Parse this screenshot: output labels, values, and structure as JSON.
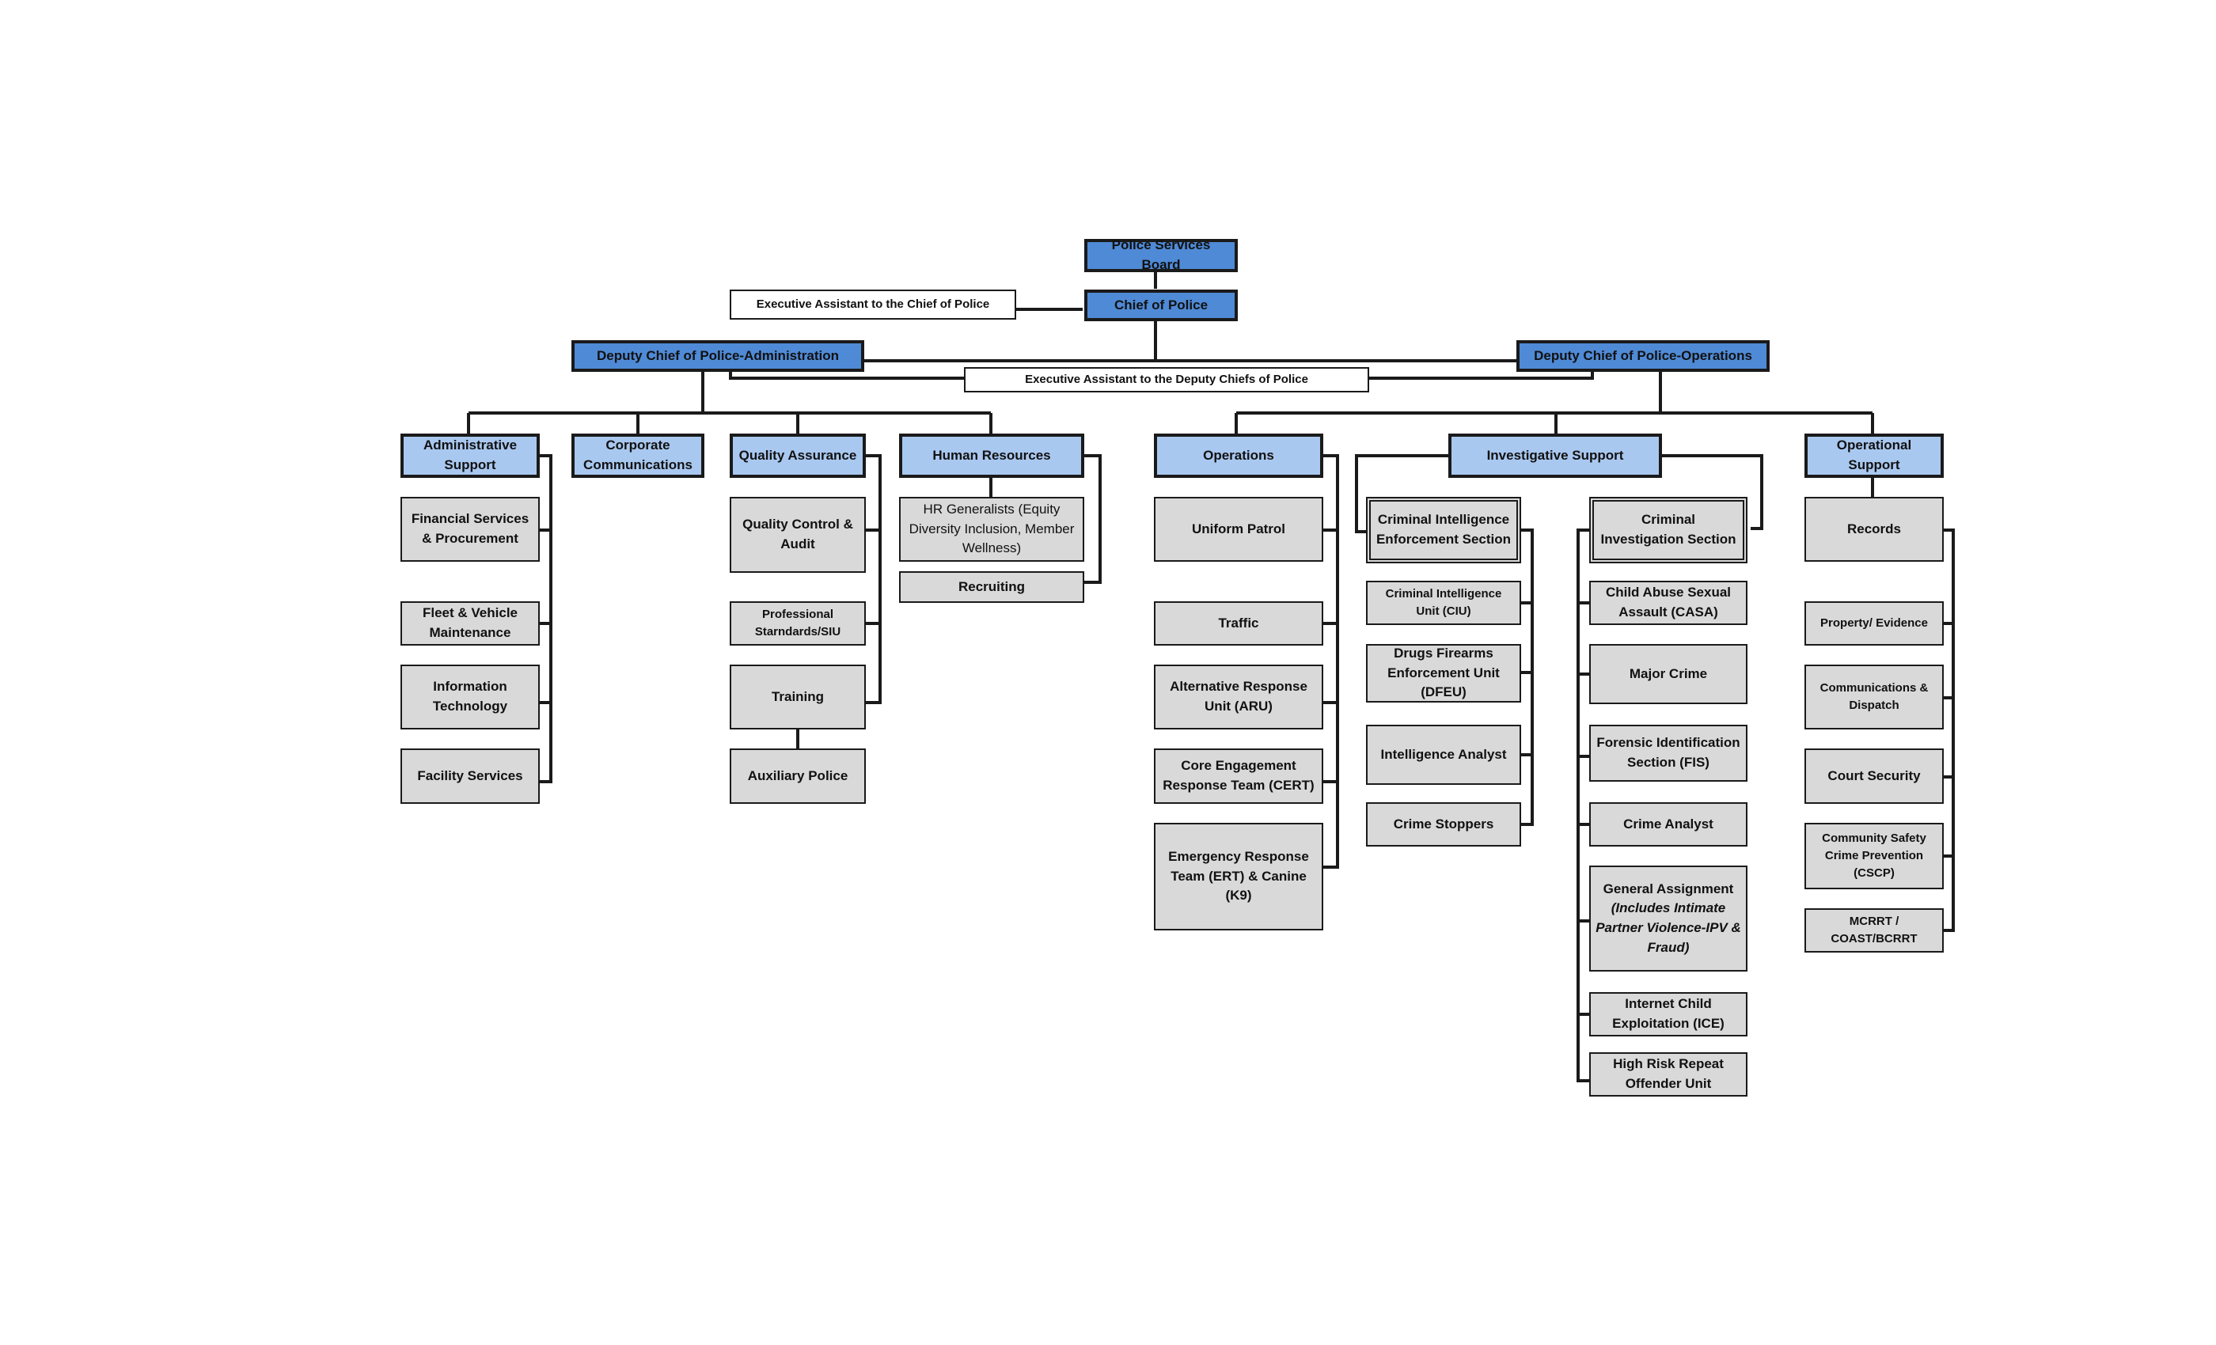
{
  "board": "Police Services Board",
  "chief": "Chief of Police",
  "exec_assistant_chief": "Executive Assistant to the Chief of Police",
  "deputy_admin": "Deputy Chief of Police-Administration",
  "deputy_ops": "Deputy Chief of Police-Operations",
  "exec_assistant_deputies": "Executive Assistant to the Deputy Chiefs of Police",
  "administration": {
    "administrative_support": {
      "label": "Administrative Support",
      "units": [
        "Financial Services & Procurement",
        "Fleet & Vehicle Maintenance",
        "Information Technology",
        "Facility Services"
      ]
    },
    "corporate_communications": {
      "label": "Corporate Communications"
    },
    "quality_assurance": {
      "label": "Quality Assurance",
      "units": [
        "Quality Control & Audit",
        "Professional Starndards/SIU",
        "Training",
        "Auxiliary Police"
      ]
    },
    "human_resources": {
      "label": "Human Resources",
      "units": [
        "HR Generalists (Equity Diversity Inclusion, Member Wellness)",
        "Recruiting"
      ]
    }
  },
  "operations_branch": {
    "operations": {
      "label": "Operations",
      "units": [
        "Uniform Patrol",
        "Traffic",
        "Alternative Response Unit (ARU)",
        "Core Engagement Response Team (CERT)",
        "Emergency Response Team (ERT) & Canine (K9)"
      ]
    },
    "investigative_support": {
      "label": "Investigative Support",
      "cies": {
        "label": "Criminal Intelligence Enforcement Section",
        "units": [
          "Criminal Intelligence Unit (CIU)",
          "Drugs Firearms Enforcement Unit (DFEU)",
          "Intelligence Analyst",
          "Crime Stoppers"
        ]
      },
      "cis": {
        "label": "Criminal Investigation Section",
        "units": [
          "Child Abuse Sexual Assault (CASA)",
          "Major Crime",
          "Forensic Identification Section (FIS)",
          "Crime Analyst"
        ],
        "general_assignment": "General Assignment",
        "general_assignment_note": "(Includes Intimate Partner Violence-IPV & Fraud)",
        "units_after": [
          "Internet Child Exploitation (ICE)",
          "High Risk Repeat Offender Unit"
        ]
      }
    },
    "operational_support": {
      "label": "Operational Support",
      "units": [
        "Records",
        "Property/ Evidence",
        "Communications & Dispatch",
        "Court Security",
        "Community Safety Crime Prevention (CSCP)",
        "MCRRT / COAST/BCRRT"
      ]
    }
  },
  "colors": {
    "executive": "#4f8ad6",
    "division": "#a9c8f0",
    "unit": "#d9d9d9",
    "line": "#1a1a1a"
  }
}
